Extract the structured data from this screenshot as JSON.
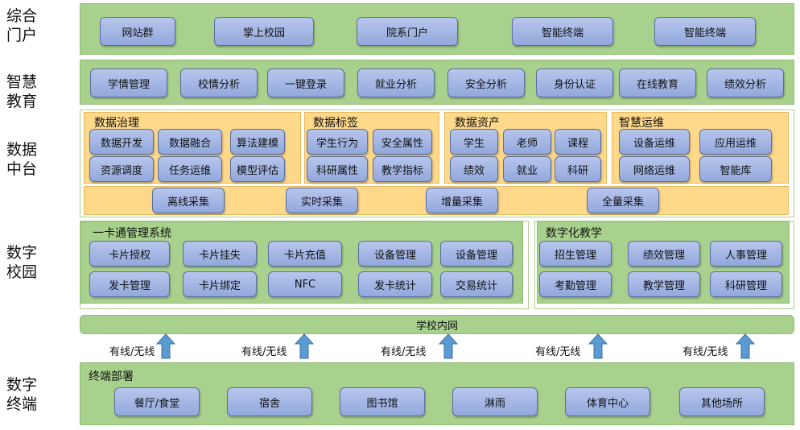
{
  "layers": {
    "portal": "综合\n门户",
    "edu": "智慧\n教育",
    "data": "数据\n中台",
    "campus": "数字\n校园",
    "terminal": "数字\n终端"
  },
  "portal_items": [
    "网站群",
    "掌上校园",
    "院系门户",
    "智能终端",
    "智能终端"
  ],
  "edu_items": [
    "学情管理",
    "校情分析",
    "一键登录",
    "就业分析",
    "安全分析",
    "身份认证",
    "在线教育",
    "绩效分析"
  ],
  "data_center": {
    "governance": {
      "title": "数据治理",
      "items": [
        "数据开发",
        "数据融合",
        "算法建模",
        "资源调度",
        "任务运维",
        "模型评估"
      ]
    },
    "tags": {
      "title": "数据标签",
      "items": [
        "学生行为",
        "安全属性",
        "科研属性",
        "教学指标"
      ]
    },
    "assets": {
      "title": "数据资产",
      "items": [
        "学生",
        "老师",
        "课程",
        "绩效",
        "就业",
        "科研"
      ]
    },
    "ops": {
      "title": "智慧运维",
      "items": [
        "设备运维",
        "应用运维",
        "网络运维",
        "智能库"
      ]
    },
    "collect": [
      "离线采集",
      "实时采集",
      "增量采集",
      "全量采集"
    ]
  },
  "card_system": {
    "title": "一卡通管理系统",
    "items": [
      "卡片授权",
      "卡片挂失",
      "卡片充值",
      "设备管理",
      "设备管理",
      "发卡管理",
      "卡片绑定",
      "NFC",
      "发卡统计",
      "交易统计"
    ]
  },
  "digital_teaching": {
    "title": "数字化教学",
    "items": [
      "招生管理",
      "绩效管理",
      "人事管理",
      "考勤管理",
      "教学管理",
      "科研管理"
    ]
  },
  "intranet": "学校内网",
  "wire_labels": [
    "有线/无线",
    "有线/无线",
    "有线/无线",
    "有线/无线",
    "有线/无线"
  ],
  "terminal": {
    "title": "终端部署",
    "items": [
      "餐厅/食堂",
      "宿舍",
      "图书馆",
      "淋雨",
      "体育中心",
      "其他场所"
    ]
  },
  "colors": {
    "band": "#a9d18e",
    "button": "#9fb3e2",
    "panel": "#ffd98a",
    "arrow": "#5b9bd5"
  }
}
